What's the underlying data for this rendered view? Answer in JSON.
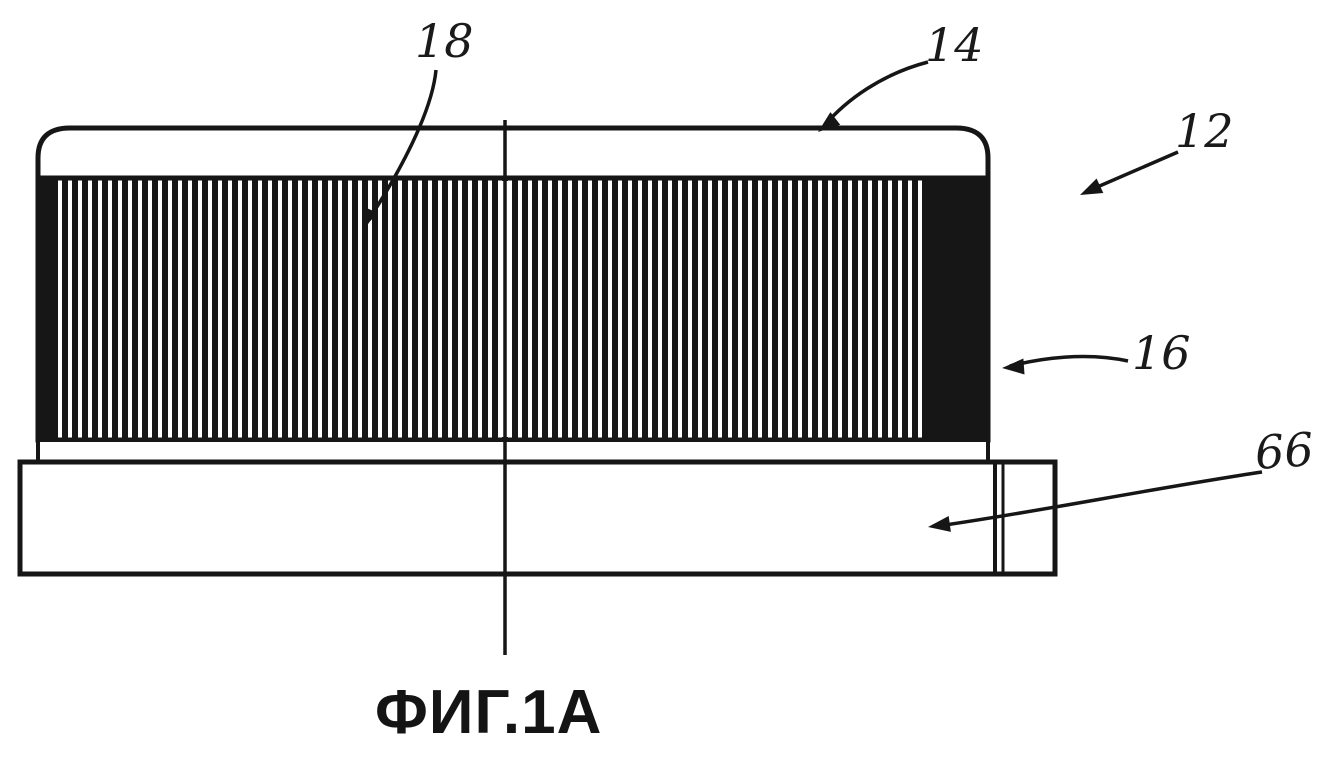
{
  "figure": {
    "caption": "ФИГ.1А",
    "labels": {
      "l18": "18",
      "l14": "14",
      "l12": "12",
      "l16": "16",
      "l66": "66"
    }
  }
}
